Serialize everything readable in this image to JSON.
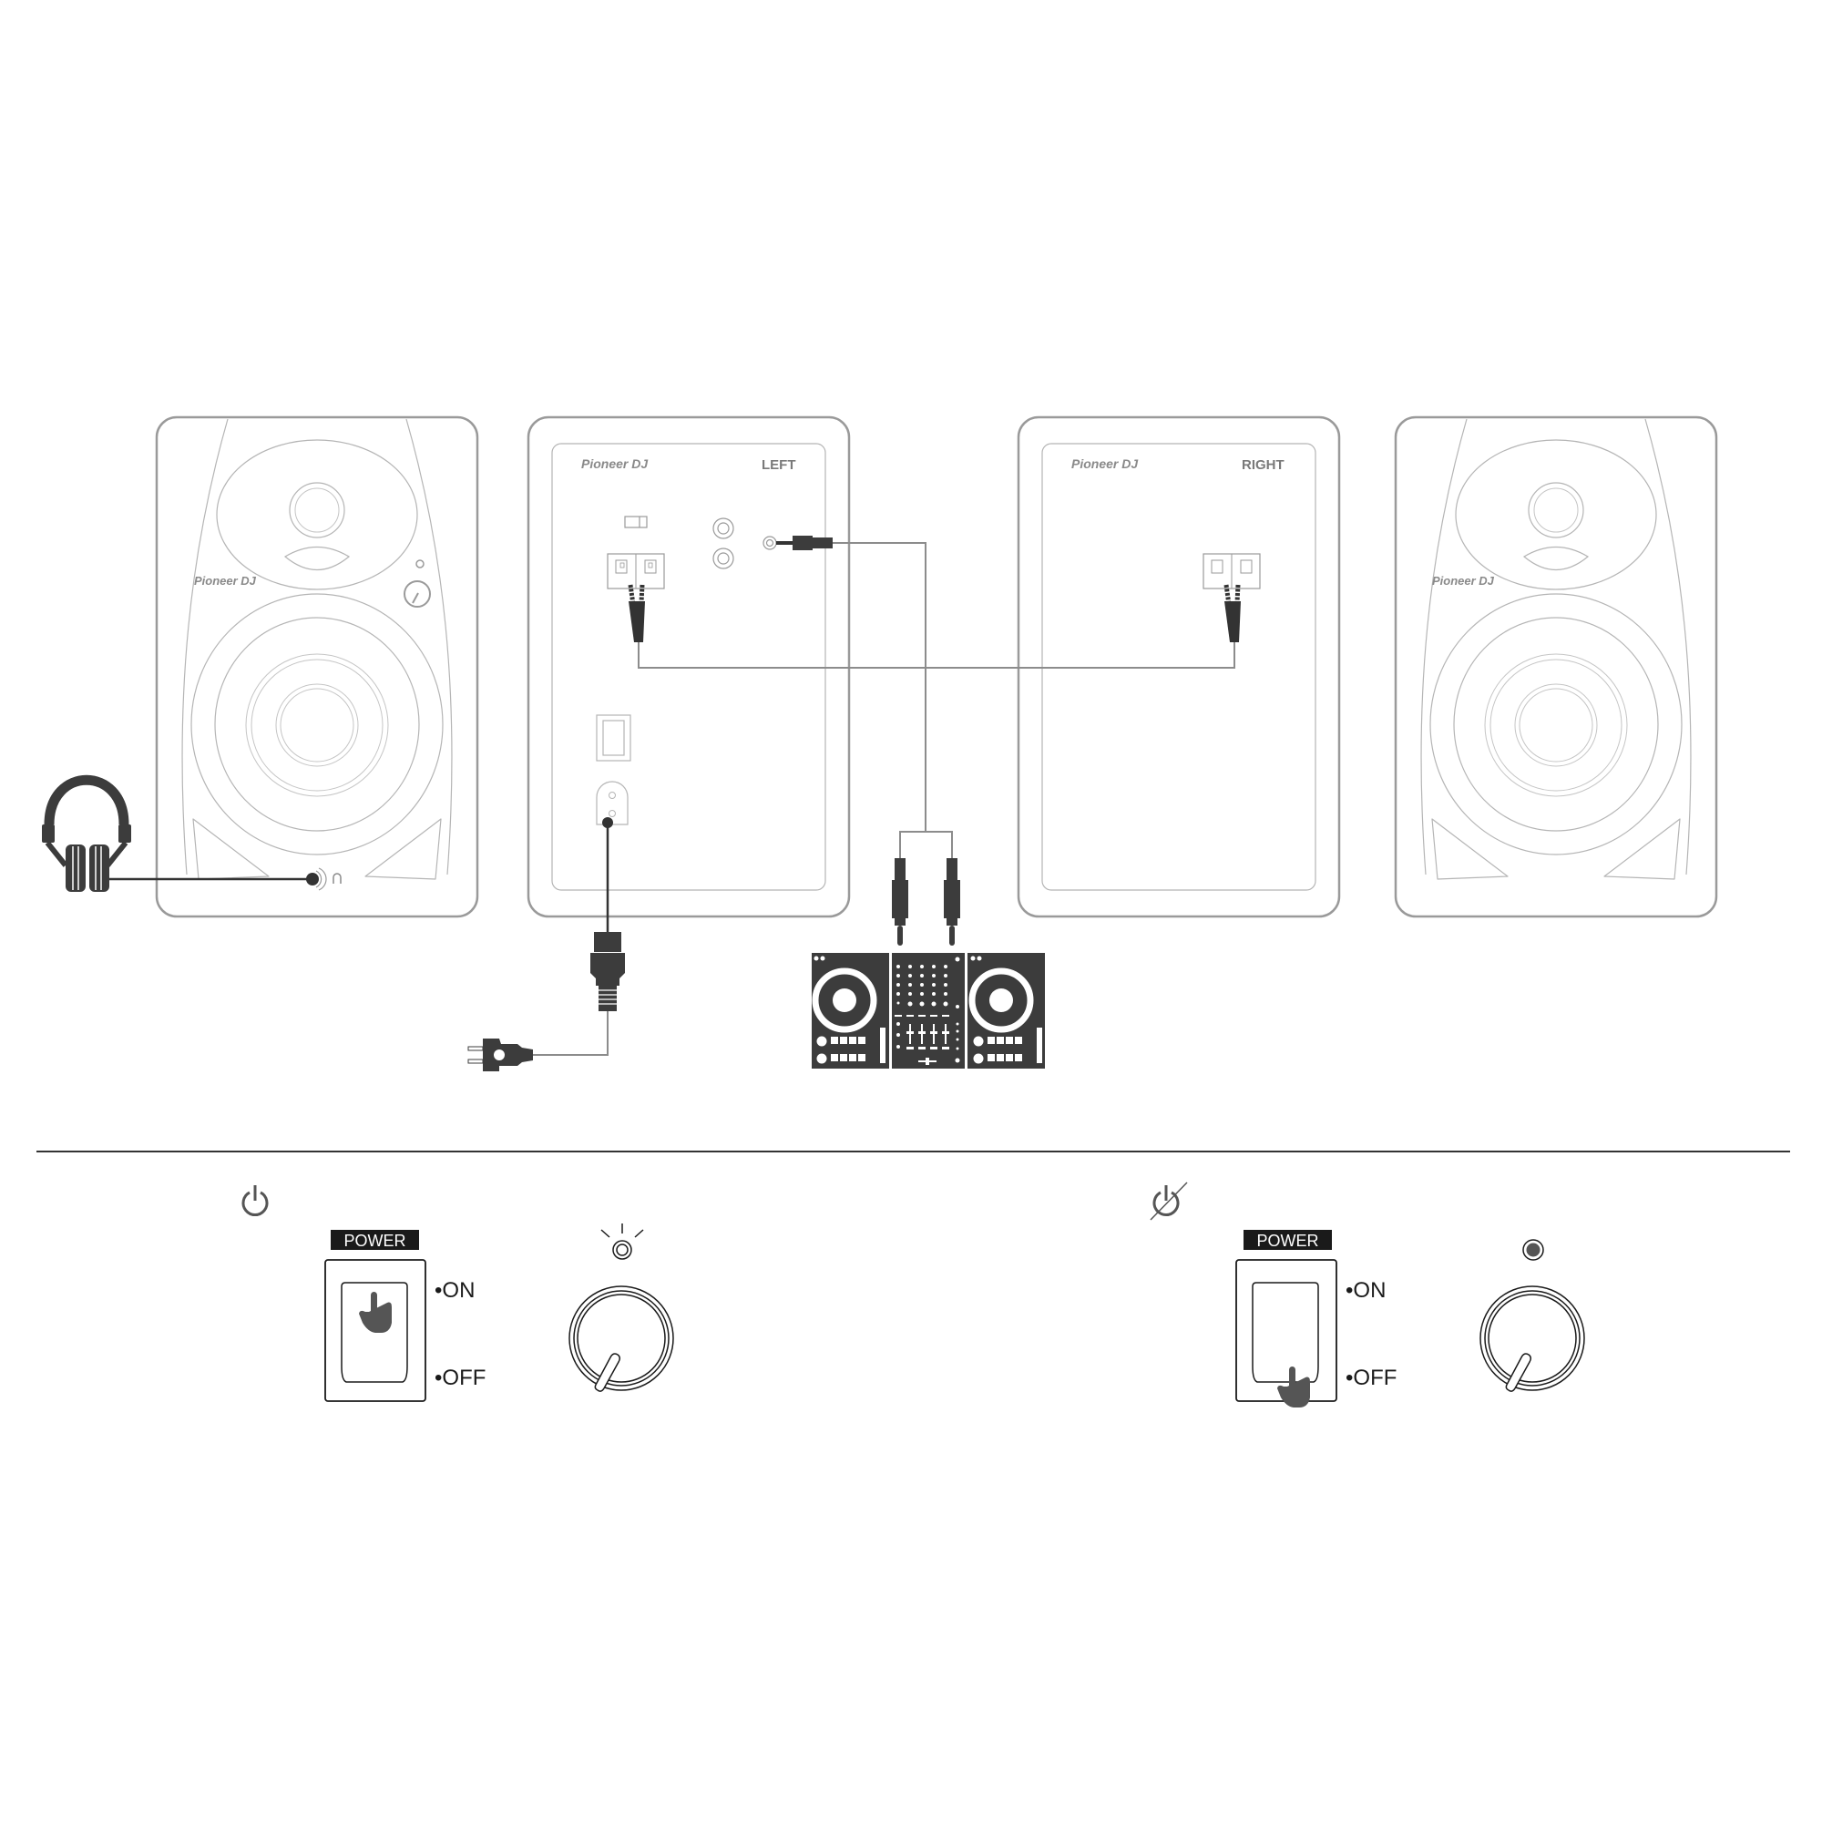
{
  "diagram": {
    "title": "Speaker connection and power on/off diagram",
    "colors": {
      "outline": "#9a9a9a",
      "outline_light": "#b5b5b5",
      "cable_gray": "#8c8c8c",
      "device_dark": "#3c3c3c",
      "divider": "#333333",
      "text_dark": "#1a1a1a"
    },
    "speakers": {
      "left_front": {
        "brand": "Pioneer DJ",
        "jacks": [
          "volume-knob",
          "power-led",
          "headphone-jack"
        ]
      },
      "left_rear": {
        "brand": "Pioneer DJ",
        "side_label": "LEFT",
        "jacks": [
          "mode-switch",
          "rca-inputs",
          "mini-jack-input",
          "speaker-output-terminal",
          "power-switch",
          "ac-inlet"
        ]
      },
      "right_rear": {
        "brand": "Pioneer DJ",
        "side_label": "RIGHT",
        "jacks": [
          "speaker-input-terminal"
        ]
      },
      "right_front": {
        "brand": "Pioneer DJ"
      }
    },
    "connections": [
      {
        "from": "headphones",
        "to": "left_front.headphone-jack"
      },
      {
        "from": "left_rear.mini-jack-input",
        "to": "dj-controller",
        "cable": "mini-to-rca"
      },
      {
        "from": "left_rear.speaker-output-terminal",
        "to": "right_rear.speaker-input-terminal",
        "cable": "speaker-wire"
      },
      {
        "from": "left_rear.ac-inlet",
        "to": "wall-outlet",
        "cable": "power-cord"
      }
    ],
    "devices": [
      "headphones",
      "dj-controller",
      "ac-plug"
    ]
  },
  "power_on": {
    "state_icon": "power-icon",
    "power_label": "POWER",
    "on_label": "•ON",
    "off_label": "•OFF",
    "switch_position": "ON",
    "led_state": "lit"
  },
  "power_off": {
    "state_icon": "power-off-icon",
    "power_label": "POWER",
    "on_label": "•ON",
    "off_label": "•OFF",
    "switch_position": "OFF",
    "led_state": "unlit"
  }
}
